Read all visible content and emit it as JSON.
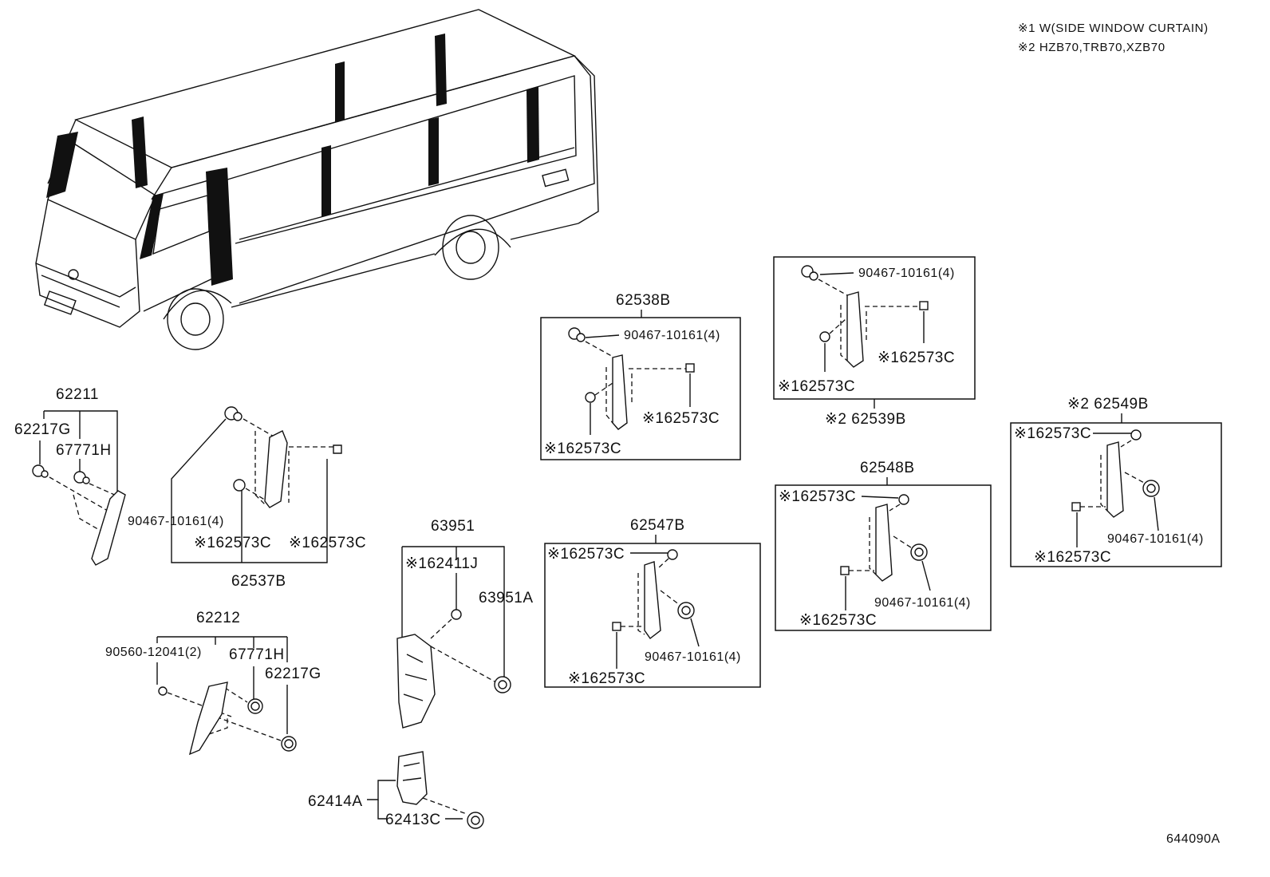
{
  "notes": {
    "note1": "※1 W(SIDE WINDOW CURTAIN)",
    "note2": "※2 HZB70,TRB70,XZB70"
  },
  "illustration_id": "644090A",
  "labels": {
    "p62211": "62211",
    "p62217G_a": "62217G",
    "p67771H_a": "67771H",
    "p62212": "62212",
    "p90560": "90560-12041(2)",
    "p67771H_b": "67771H",
    "p62217G_b": "62217G",
    "p90467_a": "90467-10161(4)",
    "p62573C_a1": "※162573C",
    "p62573C_a2": "※162573C",
    "p62537B": "62537B",
    "p63951": "63951",
    "p62411J": "※162411J",
    "p63951A": "63951A",
    "p62414A": "62414A",
    "p62413C": "62413C",
    "p62538B": "62538B",
    "p90467_b": "90467-10161(4)",
    "p62573C_b1": "※162573C",
    "p62573C_b2": "※162573C",
    "p62547B": "62547B",
    "p62573C_c1": "※162573C",
    "p90467_c": "90467-10161(4)",
    "p62573C_c2": "※162573C",
    "p90467_d": "90467-10161(4)",
    "p62573C_d1": "※162573C",
    "p62573C_d2": "※162573C",
    "p62539B": "※2 62539B",
    "p62548B": "62548B",
    "p62573C_e1": "※162573C",
    "p90467_e": "90467-10161(4)",
    "p62573C_e2": "※162573C",
    "p62549B": "※2 62549B",
    "p62573C_f1": "※162573C",
    "p90467_f": "90467-10161(4)",
    "p62573C_f2": "※162573C"
  },
  "icons": [
    "bus-icon",
    "clip-icon",
    "pin-icon",
    "screw-icon"
  ]
}
